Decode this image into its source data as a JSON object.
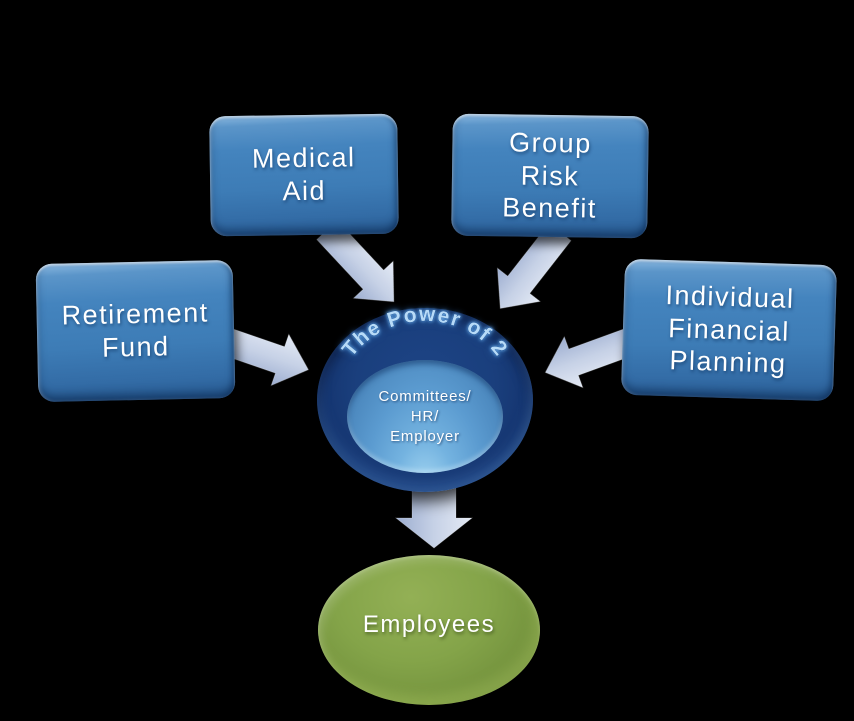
{
  "diagram": {
    "background": "#000000",
    "spokes": [
      {
        "id": "retirement-fund",
        "lines": [
          "Retirement",
          "Fund"
        ]
      },
      {
        "id": "medical-aid",
        "lines": [
          "Medical",
          "Aid"
        ]
      },
      {
        "id": "group-risk-benefit",
        "lines": [
          "Group",
          "Risk",
          "Benefit"
        ]
      },
      {
        "id": "individual-financial-planning",
        "lines": [
          "Individual",
          "Financial",
          "Planning"
        ]
      }
    ],
    "hub": {
      "ring_label": "The Power of 2",
      "inner_lines": [
        "Committees/",
        "HR/",
        "Employer"
      ]
    },
    "target": {
      "label": "Employees"
    },
    "colors": {
      "spoke_box_blue": "#3d7cb6",
      "hub_ring_navy": "#173a74",
      "hub_inner_blue": "#5b9bd0",
      "ring_label_blue": "#b7dbf8",
      "arrow_periwinkle": "#c6d1e6",
      "target_green": "#7a9742",
      "label_text": "#ffffff"
    }
  }
}
